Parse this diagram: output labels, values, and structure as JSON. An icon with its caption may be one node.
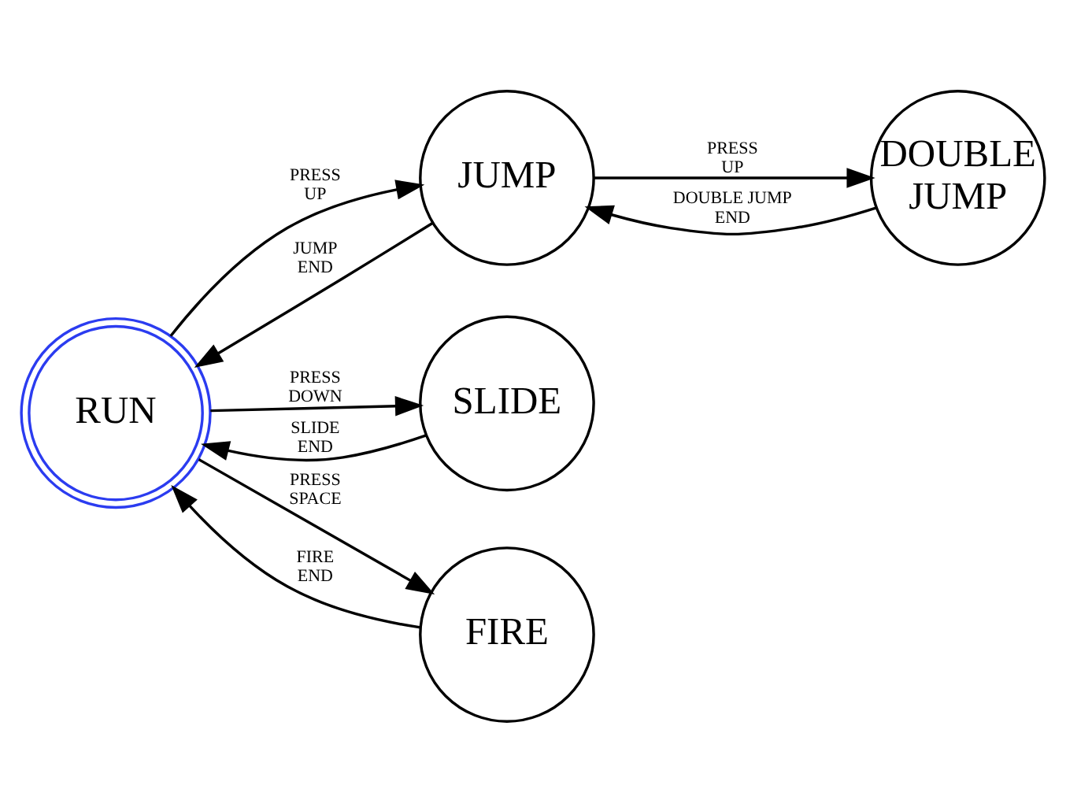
{
  "diagram": {
    "nodes": [
      {
        "text": [
          "RUN"
        ]
      },
      {
        "text": [
          "JUMP"
        ]
      },
      {
        "text": [
          "DOUBLE JUMP"
        ]
      },
      {
        "text": [
          "SLIDE"
        ]
      },
      {
        "text": [
          "FIRE"
        ]
      }
    ],
    "edges": [
      {
        "from": 0,
        "to": 1,
        "arrow": "to",
        "label": "PRESS UP"
      },
      {
        "from": 1,
        "to": 0,
        "arrow": "to",
        "label": "JUMP END"
      },
      {
        "from": 1,
        "to": 2,
        "arrow": "to",
        "label": "PRESS UP"
      },
      {
        "from": 2,
        "to": 1,
        "arrow": "to",
        "label": "DOUBLE JUMP END"
      },
      {
        "from": 0,
        "to": 3,
        "arrow": "to",
        "label": "PRESS DOWN"
      },
      {
        "from": 3,
        "to": 0,
        "arrow": "to",
        "label": "SLIDE END"
      },
      {
        "from": 0,
        "to": 4,
        "arrow": "to",
        "label": "PRESS SPACE"
      },
      {
        "from": 4,
        "to": 0,
        "arrow": "to",
        "label": "FIRE END"
      }
    ]
  }
}
